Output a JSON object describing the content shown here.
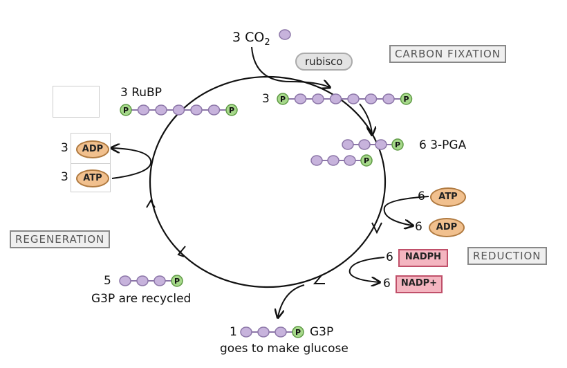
{
  "diagram": {
    "stages": {
      "carbon_fixation": "CARBON FIXATION",
      "reduction": "REDUCTION",
      "regeneration": "REGENERATION"
    },
    "co2": {
      "coef": "3",
      "label": "CO",
      "sub": "2"
    },
    "enzyme": "rubisco",
    "ribp": {
      "coef": "3",
      "label": "RuBP"
    },
    "six_carbon_coef": "3",
    "pga": {
      "coef": "6",
      "label": "3-PGA"
    },
    "reduction": {
      "atp_coef": "6",
      "atp": "ATP",
      "adp_coef": "6",
      "adp": "ADP",
      "nadph_coef": "6",
      "nadph": "NADPH",
      "nadp_coef": "6",
      "nadp": "NADP+"
    },
    "recycled": {
      "coef": "5",
      "label": "G3P are recycled"
    },
    "output": {
      "coef": "1",
      "name": "G3P",
      "label": "goes to make glucose"
    },
    "regen": {
      "adp_coef": "3",
      "adp": "ADP",
      "atp_coef": "3",
      "atp": "ATP"
    },
    "phosphate_label": "P",
    "colors": {
      "carbon": "#c7b3dc",
      "carbon_stroke": "#8c76a8",
      "phosphate": "#a6d88a",
      "phosphate_stroke": "#5f9a45",
      "atp_fill": "#f1c08e",
      "nadph_fill": "#f4b5c0"
    }
  }
}
